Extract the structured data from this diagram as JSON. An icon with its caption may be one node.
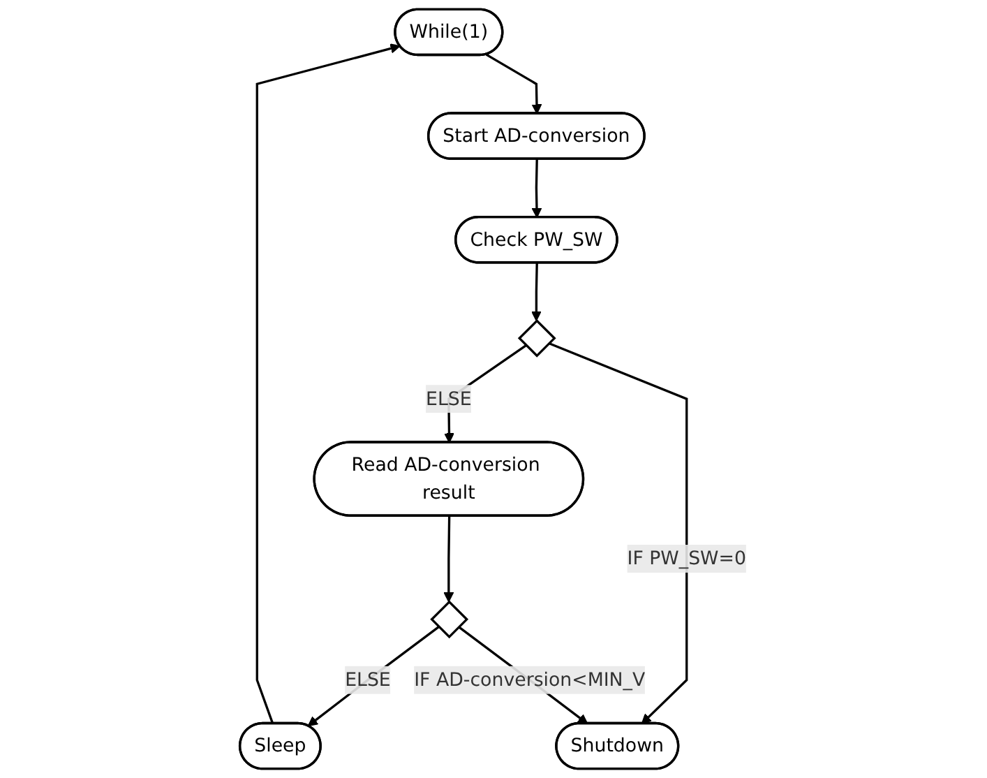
{
  "diagram": {
    "nodes": [
      {
        "text": [
          "While(1)"
        ]
      },
      {
        "text": [
          "Start AD-conversion"
        ]
      },
      {
        "text": [
          "Check PW_SW"
        ]
      },
      {
        "text": [],
        "shape": "diamond"
      },
      {
        "text": [
          "Read AD-conversion result"
        ]
      },
      {
        "text": [],
        "shape": "diamond"
      },
      {
        "text": [
          "Sleep"
        ]
      },
      {
        "text": [
          "Shutdown"
        ]
      }
    ],
    "edges": [
      {
        "from": 0,
        "to": 1,
        "arrow": "to"
      },
      {
        "from": 1,
        "to": 2,
        "arrow": "to"
      },
      {
        "from": 2,
        "to": 3,
        "arrow": "to"
      },
      {
        "from": 3,
        "to": 4,
        "arrow": "to",
        "label": "ELSE"
      },
      {
        "from": 3,
        "to": 7,
        "arrow": "to",
        "label": "IF PW_SW=0"
      },
      {
        "from": 4,
        "to": 5,
        "arrow": "to"
      },
      {
        "from": 5,
        "to": 6,
        "arrow": "to",
        "label": "ELSE"
      },
      {
        "from": 6,
        "to": 0,
        "arrow": "to"
      },
      {
        "from": 5,
        "to": 7,
        "arrow": "to",
        "label": "IF AD-conversion<MIN_V"
      }
    ]
  }
}
